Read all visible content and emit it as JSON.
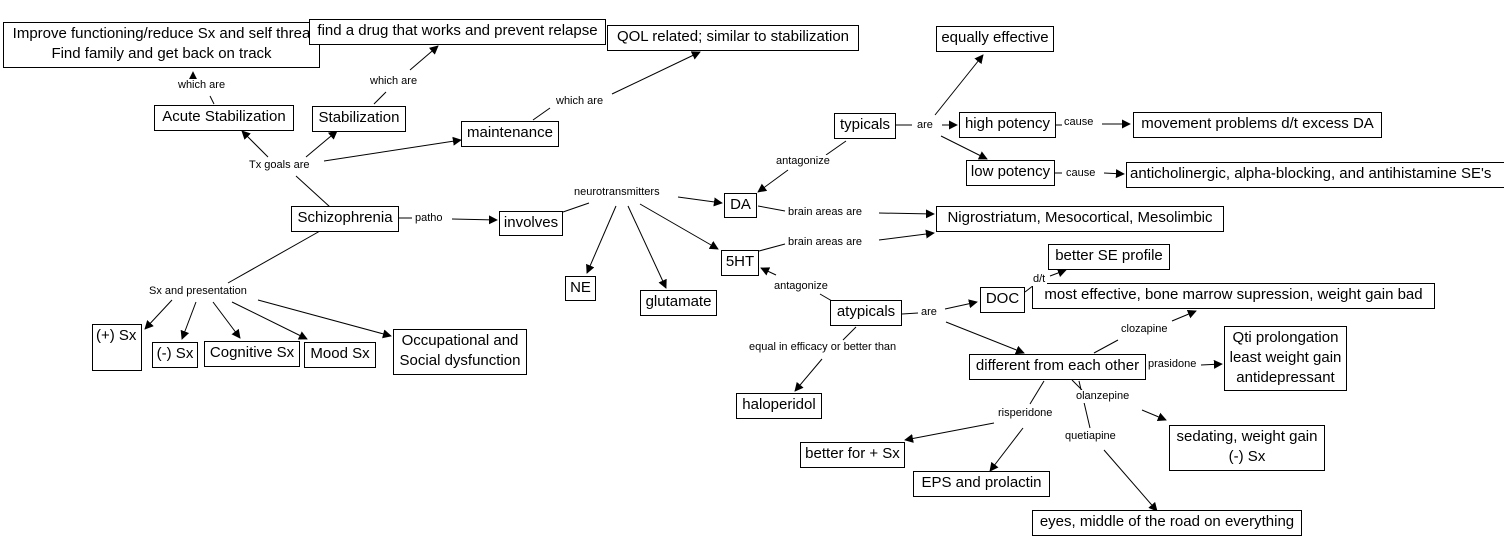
{
  "nodes": {
    "schizophrenia": "Schizophrenia",
    "improve": "Improve functioning/reduce Sx and self threa\nFind family and get back on track",
    "find_drug": "find a drug that works and prevent relapse",
    "qol": "QOL related; similar to stabilization",
    "acute_stab": "Acute Stabilization",
    "stabilization": "Stabilization",
    "maintenance": "maintenance",
    "involves": "involves",
    "ne": "NE",
    "glutamate": "glutamate",
    "da": "DA",
    "ht5": "5HT",
    "typicals": "typicals",
    "equally_effective": "equally effective",
    "high_potency": "high potency",
    "low_potency": "low potency",
    "movement": "movement problems d/t excess DA",
    "anticholinergic": "anticholinergic, alpha-blocking, and antihistamine SE's",
    "nigrostriatum": "Nigrostriatum, Mesocortical, Mesolimbic",
    "atypicals": "atypicals",
    "doc": "DOC",
    "better_se": "better SE profile",
    "most_effective": "most effective, bone marrow supression, weight gain bad",
    "different": "different from each other",
    "qti": "Qti prolongation\nleast weight gain\nantidepressant",
    "haloperidol": "haloperidol",
    "better_pos": "better for + Sx",
    "eps": "EPS and prolactin",
    "sedating": "sedating, weight gain\n(-) Sx",
    "eyes": "eyes, middle of the road on everything",
    "pos_sx": "(+) Sx",
    "neg_sx": "(-) Sx",
    "cognitive": "Cognitive Sx",
    "mood": "Mood Sx",
    "occupational": "Occupational and\nSocial dysfunction"
  },
  "labels": {
    "tx_goals": "Tx goals are",
    "which_are_1": "which are",
    "which_are_2": "which are",
    "which_are_3": "which are",
    "patho": "patho",
    "sx_presentation": "Sx and presentation",
    "neurotransmitters": "neurotransmitters",
    "antagonize_1": "antagonize",
    "antagonize_2": "antagonize",
    "brain_areas_1": "brain areas are",
    "brain_areas_2": "brain areas are",
    "are_1": "are",
    "are_2": "are",
    "cause_1": "cause",
    "cause_2": "cause",
    "dt": "d/t",
    "clozapine": "clozapine",
    "prasidone": "prasidone",
    "olanzepine": "olanzepine",
    "risperidone": "risperidone",
    "quetiapine": "quetiapine",
    "equal_efficacy": "equal in efficacy or better than"
  }
}
